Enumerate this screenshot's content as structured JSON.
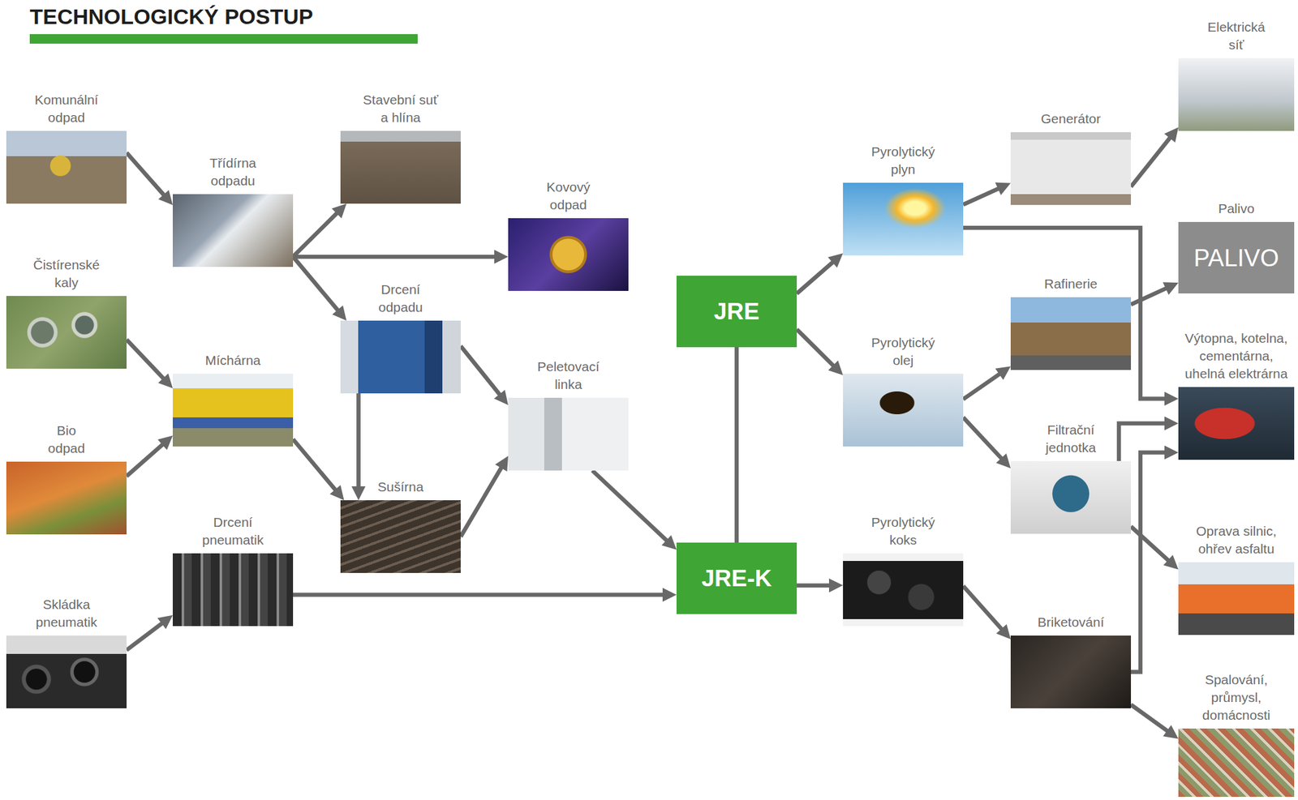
{
  "diagram": {
    "title": "TECHNOLOGICKÝ POSTUP",
    "nodes": [
      {
        "text": [
          "Komunální odpad"
        ]
      },
      {
        "text": [
          "Čistírenské kaly"
        ]
      },
      {
        "text": [
          "Bio odpad"
        ]
      },
      {
        "text": [
          "Skládka pneumatik"
        ]
      },
      {
        "text": [
          "Třídírna odpadu"
        ]
      },
      {
        "text": [
          "Míchárna"
        ]
      },
      {
        "text": [
          "Drcení pneumatik"
        ]
      },
      {
        "text": [
          "Stavební suť a hlína"
        ]
      },
      {
        "text": [
          "Drcení odpadu"
        ]
      },
      {
        "text": [
          "Sušírna"
        ]
      },
      {
        "text": [
          "Kovový odpad"
        ]
      },
      {
        "text": [
          "Peletovací linka"
        ]
      },
      {
        "text": [
          "JRE"
        ]
      },
      {
        "text": [
          "JRE-K"
        ]
      },
      {
        "text": [
          "Pyrolytický plyn"
        ]
      },
      {
        "text": [
          "Pyrolytický olej"
        ]
      },
      {
        "text": [
          "Pyrolytický koks"
        ]
      },
      {
        "text": [
          "Generátor"
        ]
      },
      {
        "text": [
          "Rafinerie"
        ]
      },
      {
        "text": [
          "Filtrační jednotka"
        ]
      },
      {
        "text": [
          "Briketování"
        ]
      },
      {
        "text": [
          "Elektrická síť"
        ]
      },
      {
        "text": [
          "Palivo",
          "PALIVO"
        ]
      },
      {
        "text": [
          "Výtopna, kotelna, cementárna, uhelná elektrárna"
        ]
      },
      {
        "text": [
          "Oprava silnic, ohřev asfaltu"
        ]
      },
      {
        "text": [
          "Spalování, průmysl, domácnosti"
        ]
      }
    ],
    "edges": [
      {
        "from": 0,
        "to": 4,
        "arrow": "to"
      },
      {
        "from": 1,
        "to": 5,
        "arrow": "to"
      },
      {
        "from": 2,
        "to": 5,
        "arrow": "to"
      },
      {
        "from": 3,
        "to": 6,
        "arrow": "to"
      },
      {
        "from": 4,
        "to": 7,
        "arrow": "to"
      },
      {
        "from": 4,
        "to": 10,
        "arrow": "to"
      },
      {
        "from": 4,
        "to": 8,
        "arrow": "to"
      },
      {
        "from": 5,
        "to": 9,
        "arrow": "to"
      },
      {
        "from": 8,
        "to": 9,
        "arrow": "to"
      },
      {
        "from": 8,
        "to": 11,
        "arrow": "to"
      },
      {
        "from": 9,
        "to": 11,
        "arrow": "to"
      },
      {
        "from": 11,
        "to": 13,
        "arrow": "to"
      },
      {
        "from": 6,
        "to": 13,
        "arrow": "to"
      },
      {
        "from": 12,
        "to": 13,
        "arrow": "none"
      },
      {
        "from": 12,
        "to": 14,
        "arrow": "to"
      },
      {
        "from": 12,
        "to": 15,
        "arrow": "to"
      },
      {
        "from": 13,
        "to": 16,
        "arrow": "to"
      },
      {
        "from": 14,
        "to": 17,
        "arrow": "to"
      },
      {
        "from": 17,
        "to": 21,
        "arrow": "to"
      },
      {
        "from": 14,
        "to": 23,
        "arrow": "to"
      },
      {
        "from": 15,
        "to": 18,
        "arrow": "to"
      },
      {
        "from": 15,
        "to": 19,
        "arrow": "to"
      },
      {
        "from": 18,
        "to": 22,
        "arrow": "to"
      },
      {
        "from": 19,
        "to": 23,
        "arrow": "to"
      },
      {
        "from": 19,
        "to": 24,
        "arrow": "to"
      },
      {
        "from": 16,
        "to": 20,
        "arrow": "to"
      },
      {
        "from": 20,
        "to": 23,
        "arrow": "to"
      },
      {
        "from": 20,
        "to": 25,
        "arrow": "to"
      }
    ]
  }
}
